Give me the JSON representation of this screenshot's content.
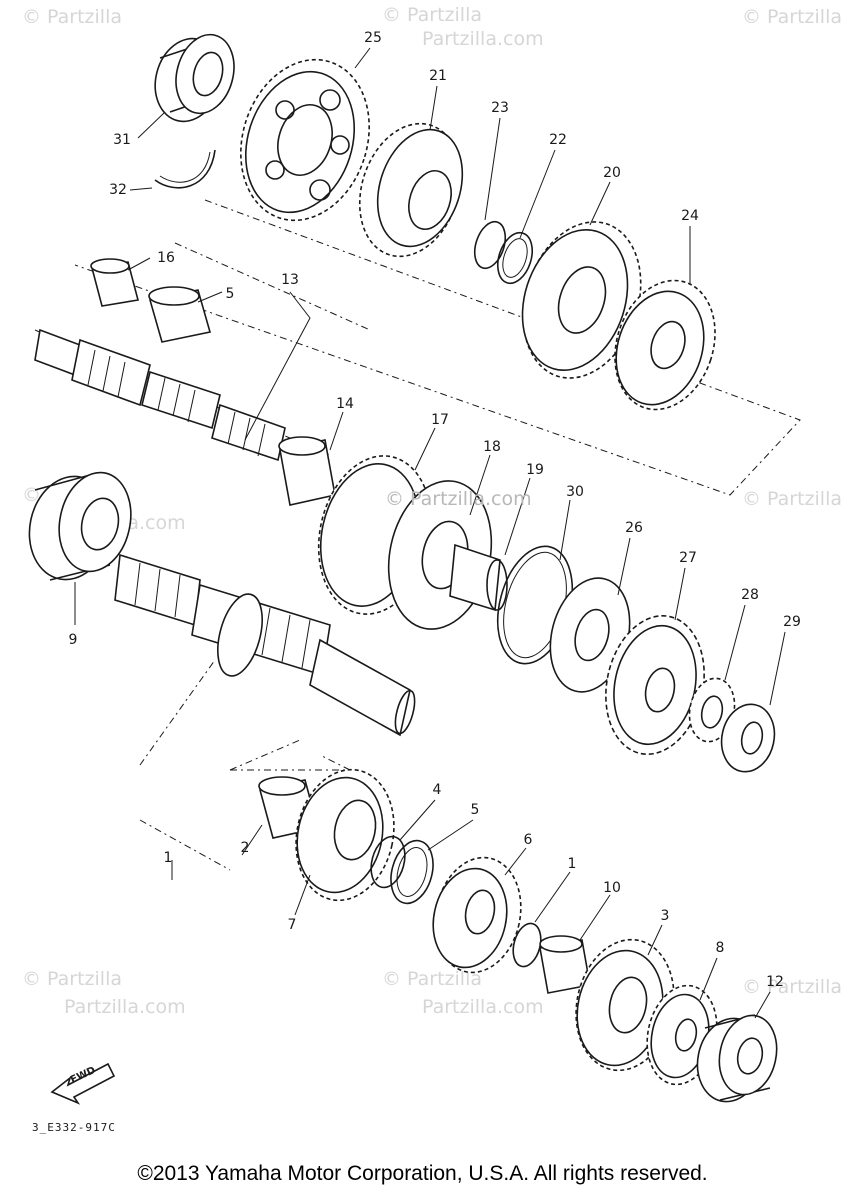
{
  "watermarks": {
    "text_symbol": "© Partzilla",
    "text_domain": "Partzilla.com",
    "center": "© Partzilla.com"
  },
  "callouts": [
    {
      "id": "1a",
      "label": "1"
    },
    {
      "id": "1b",
      "label": "1"
    },
    {
      "id": "2",
      "label": "2"
    },
    {
      "id": "3",
      "label": "3"
    },
    {
      "id": "4",
      "label": "4"
    },
    {
      "id": "5a",
      "label": "5"
    },
    {
      "id": "5b",
      "label": "5"
    },
    {
      "id": "6",
      "label": "6"
    },
    {
      "id": "7",
      "label": "7"
    },
    {
      "id": "8",
      "label": "8"
    },
    {
      "id": "9",
      "label": "9"
    },
    {
      "id": "10",
      "label": "10"
    },
    {
      "id": "12",
      "label": "12"
    },
    {
      "id": "13",
      "label": "13"
    },
    {
      "id": "14",
      "label": "14"
    },
    {
      "id": "16",
      "label": "16"
    },
    {
      "id": "17",
      "label": "17"
    },
    {
      "id": "18",
      "label": "18"
    },
    {
      "id": "19",
      "label": "19"
    },
    {
      "id": "20",
      "label": "20"
    },
    {
      "id": "21",
      "label": "21"
    },
    {
      "id": "22",
      "label": "22"
    },
    {
      "id": "23",
      "label": "23"
    },
    {
      "id": "24",
      "label": "24"
    },
    {
      "id": "25",
      "label": "25"
    },
    {
      "id": "26",
      "label": "26"
    },
    {
      "id": "27",
      "label": "27"
    },
    {
      "id": "28",
      "label": "28"
    },
    {
      "id": "29",
      "label": "29"
    },
    {
      "id": "30",
      "label": "30"
    },
    {
      "id": "31",
      "label": "31"
    },
    {
      "id": "32",
      "label": "32"
    }
  ],
  "fwd_arrow_label": "FWD",
  "diagram_code": "3_E332-917C",
  "copyright": "©2013 Yamaha Motor Corporation, U.S.A. All rights reserved."
}
